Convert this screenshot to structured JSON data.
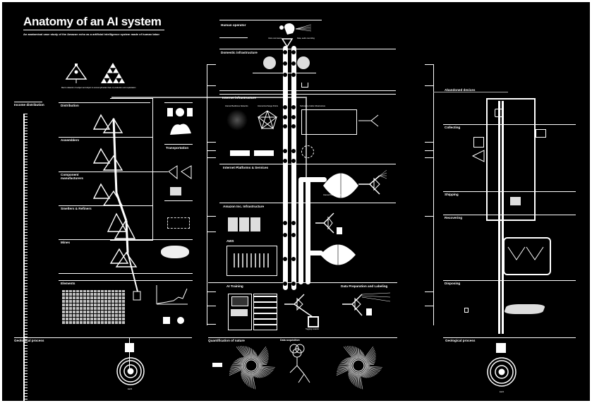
{
  "poster": {
    "title": "Anatomy of an AI system",
    "subtitle": "An anatomical case study of the Amazon echo as a artificial intelligence system made of human labor"
  },
  "left_column": {
    "income_distribution": "Income distribution",
    "sections": [
      {
        "id": "distribution",
        "label": "Distribution"
      },
      {
        "id": "assemblers",
        "label": "Assemblers"
      },
      {
        "id": "component_manufacturers",
        "label": "Component manufacturers"
      },
      {
        "id": "smelters_refiners",
        "label": "Smelters & Refiners"
      },
      {
        "id": "mines",
        "label": "Mines"
      },
      {
        "id": "elements",
        "label": "Elements"
      },
      {
        "id": "geological_process",
        "label": "Geological process"
      }
    ],
    "transportation": "Transportation",
    "triangle_captions": [
      "Marx's dialectic of subject and object in economy",
      "Fractal chain of production and exploitation"
    ],
    "earth_caption": "Earth"
  },
  "center_column": {
    "sections": [
      {
        "id": "human_operator",
        "label": "Human operator"
      },
      {
        "id": "domestic_infrastructure",
        "label": "Domestic infrastructure"
      },
      {
        "id": "internet_infrastructure",
        "label": "Internet infrastructure"
      },
      {
        "id": "internet_platforms",
        "label": "Internet Platforms & Services"
      },
      {
        "id": "amazon_infra",
        "label": "Amazon Inc. Infrastructure"
      },
      {
        "id": "aws",
        "label": "AWS"
      },
      {
        "id": "ai_training",
        "label": "AI Training"
      },
      {
        "id": "data_prep",
        "label": "Data Preparation and Labeling"
      },
      {
        "id": "quantification",
        "label": "Quantification of nature"
      },
      {
        "id": "data_acquisition",
        "label": "Data acquisition"
      }
    ],
    "human_operator_captions": [
      "Voice command",
      "Data, audio recording"
    ],
    "internet_infra_captions": [
      "Internet Backbone Networks",
      "Internet Exchange Points",
      "Submarine Cable Infrastructure"
    ],
    "platform_caption": "Internet Platforms & Services",
    "training_caption": "Tagging network"
  },
  "right_column": {
    "sections": [
      {
        "id": "abandoned_devices",
        "label": "Abandoned devices"
      },
      {
        "id": "collecting",
        "label": "Collecting"
      },
      {
        "id": "shipping",
        "label": "Shipping"
      },
      {
        "id": "recovering",
        "label": "Recovering"
      },
      {
        "id": "disposing",
        "label": "Disposing"
      },
      {
        "id": "geological_process",
        "label": "Geological process"
      }
    ],
    "earth_caption": "Earth"
  },
  "colors": {
    "background": "#000000",
    "foreground": "#ffffff",
    "frame": "#ffffff",
    "connector_grey": "#aaaaaa"
  }
}
